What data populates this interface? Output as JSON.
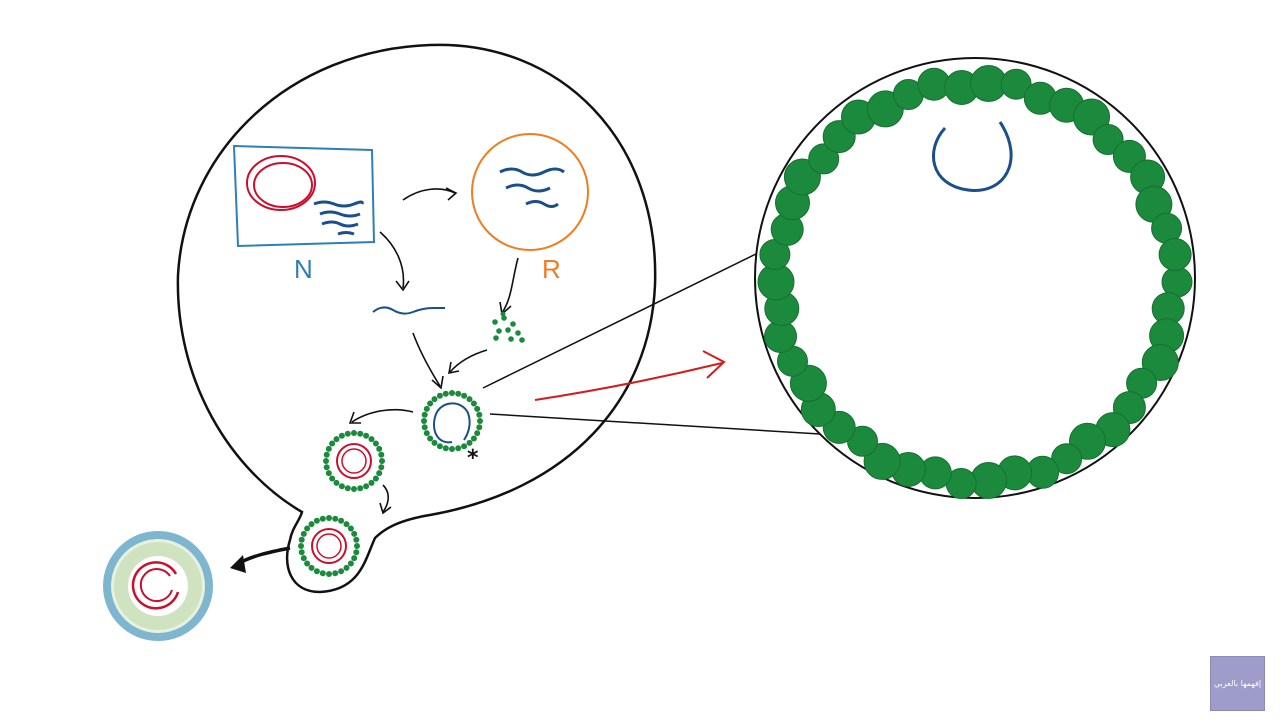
{
  "labels": {
    "nucleus": "N",
    "ribosome": "R"
  },
  "watermark": {
    "text": "إفهمها بالعربي"
  },
  "colors": {
    "outline": "#111111",
    "nucleus": "#2f7fb5",
    "dna": "#c8102e",
    "rna": "#1b4f8c",
    "ribosome": "#ef7d22",
    "capsid": "#1b8a3c",
    "arrow_red": "#d31d1d",
    "envelope": "#7fb6cf",
    "logo_bg": "#9e9cc8"
  },
  "icons": {
    "star": "asterisk-icon"
  }
}
